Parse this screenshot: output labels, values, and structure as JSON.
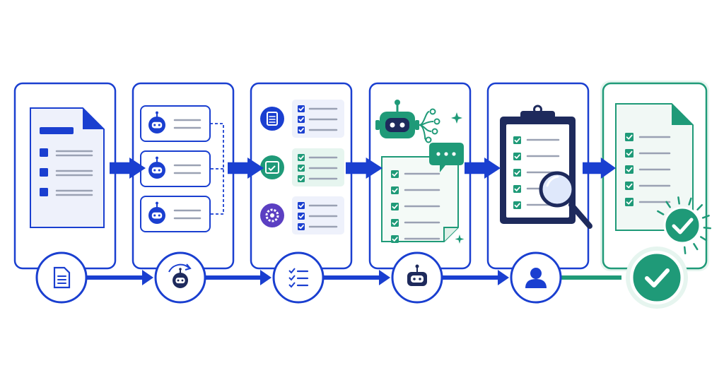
{
  "colors": {
    "primary": "#1a3fd0",
    "navy": "#1e2a5c",
    "teal": "#1f9a78",
    "teal_light": "#e6f5ef",
    "card_fill": "#eef1fb",
    "line_gray": "#9aa1b3",
    "purple": "#5b3fc2",
    "white": "#ffffff"
  },
  "stages": [
    {
      "name": "stage-document-input",
      "illustration": "document-icon",
      "badge_icon": "document-icon",
      "theme": "blue"
    },
    {
      "name": "stage-multi-agent",
      "illustration": "agent-list",
      "badge_icon": "robot-cycle-icon",
      "theme": "blue"
    },
    {
      "name": "stage-task-checklists",
      "illustration": "category-checklists",
      "badge_icon": "checklist-icon",
      "theme": "blue"
    },
    {
      "name": "stage-ai-processing",
      "illustration": "robot-chat-checklist",
      "badge_icon": "robot-icon",
      "theme": "teal"
    },
    {
      "name": "stage-human-review",
      "illustration": "clipboard-magnifier",
      "badge_icon": "person-icon",
      "theme": "blue"
    },
    {
      "name": "stage-approved",
      "illustration": "approved-document",
      "badge_icon": "check-circle-icon",
      "theme": "teal"
    }
  ],
  "connectors": [
    "arrow-icon",
    "arrow-icon",
    "arrow-icon",
    "arrow-icon",
    "arrow-icon"
  ]
}
